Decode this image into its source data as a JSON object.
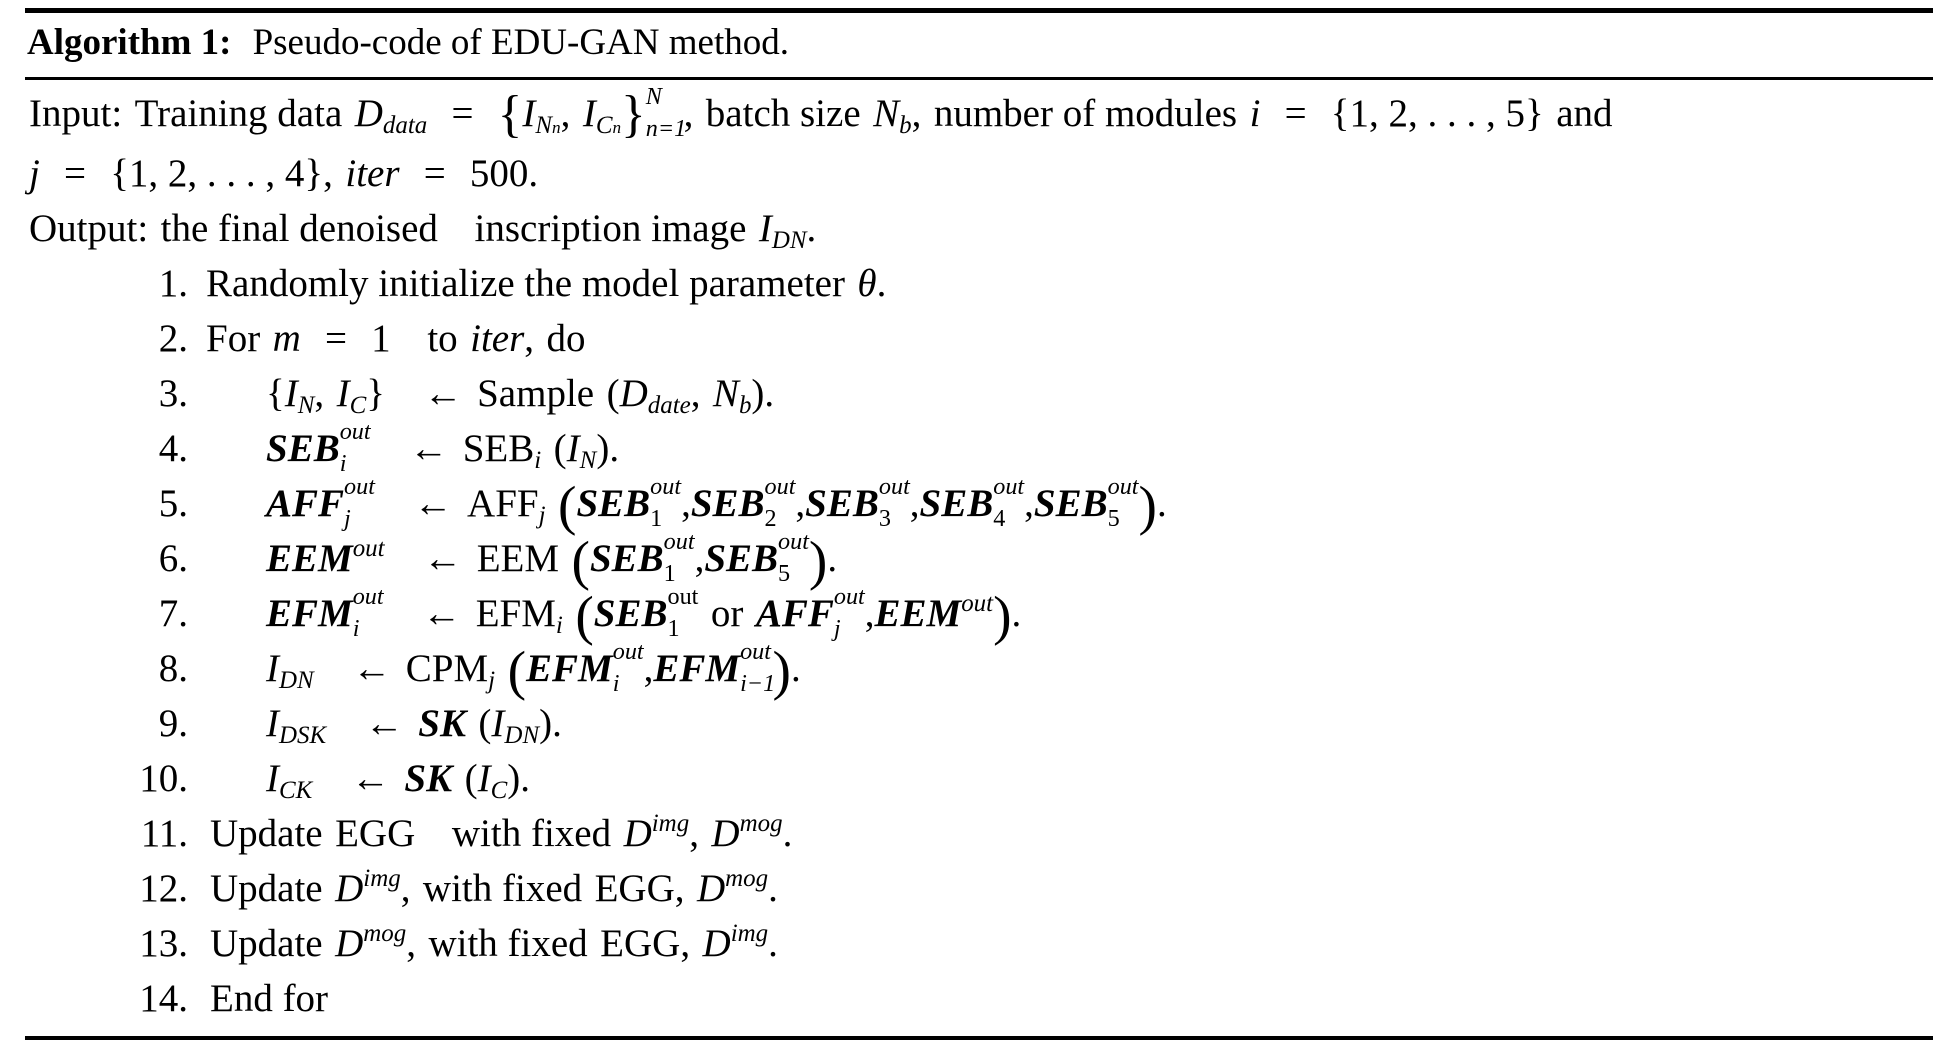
{
  "algorithm": {
    "label": "Algorithm 1:",
    "caption": "Pseudo-code of EDU-GAN method.",
    "input_label": "Input:",
    "output_label": "Output:",
    "input_line_1_text": "Input: Training data D_data = {I_Nn, I_Cn}_{n=1}^{N}, batch size N_b, number of modules i = {1, 2, …, 5} and",
    "input_line_2_text": "j = {1, 2, …, 4}, iter = 500.",
    "output_line_text": "Output: the final denoised  inscription image I_DN.",
    "input_words": {
      "w1": "Input:",
      "w2": "Training data",
      "D": "D",
      "D_sub": "data",
      "eq": "=",
      "brace_open": "{",
      "I1": "I",
      "I1_sub": "N",
      "I1_subsub": "n",
      "comma1": ",",
      "I2": "I",
      "I2_sub": "C",
      "I2_subsub": "n",
      "brace_close": "}",
      "brace_sup": "N",
      "brace_sub": "n=1",
      "comma2": ",",
      "w3": "batch size",
      "N": "N",
      "N_sub": "b",
      "comma3": ",",
      "w4": "number of modules",
      "i": "i",
      "eq2": "=",
      "set_i": "{1, 2, . . . , 5}",
      "w5": "and"
    },
    "input_words2": {
      "j": "j",
      "eq": "=",
      "set_j": "{1, 2, . . . , 4}",
      "comma": ",",
      "iter": "iter",
      "eq2": "=",
      "val": "500",
      "period": "."
    },
    "output_words": {
      "w1": "Output:",
      "w2": "the final denoised",
      "w3": "inscription image",
      "I": "I",
      "I_sub": "DN",
      "period": "."
    },
    "steps": [
      {
        "num": "1.",
        "indent": 0,
        "text": "Randomly initialize the model parameter θ."
      },
      {
        "num": "2.",
        "indent": 0,
        "text": "For m = 1  to iter, do"
      },
      {
        "num": "3.",
        "indent": 1,
        "text": "{I_N, I_C}  ← Sample  (D_date, N_b)."
      },
      {
        "num": "4.",
        "indent": 1,
        "text": "SEB_i^out  ← SEB_i (I_N)."
      },
      {
        "num": "5.",
        "indent": 1,
        "text": "AFF_j^out  ← AFF_j (SEB_1^out, SEB_2^out, SEB_3^out, SEB_4^out, SEB_5^out)."
      },
      {
        "num": "6.",
        "indent": 1,
        "text": "EEM^out  ← EEM (SEB_1^out, SEB_5^out)."
      },
      {
        "num": "7.",
        "indent": 1,
        "text": "EFM_i^out  ← EFM_i (SEB_1^out or AFF_j^out, EEM^out)."
      },
      {
        "num": "8.",
        "indent": 1,
        "text": "I_DN  ← CPM_j (EFM_i^out, EFM_{i-1}^out)."
      },
      {
        "num": "9.",
        "indent": 1,
        "text": "I_DSK  ← SK (I_DN)."
      },
      {
        "num": "10.",
        "indent": 1,
        "text": "I_CK  ← SK (I_C)."
      },
      {
        "num": "11.",
        "indent": 2,
        "text": "Update EGG  with fixed D^img, D^mog."
      },
      {
        "num": "12.",
        "indent": 2,
        "text": "Update D^img, with fixed EGG, D^mog."
      },
      {
        "num": "13.",
        "indent": 2,
        "text": "Update D^mog, with fixed EGG, D^img."
      },
      {
        "num": "14.",
        "indent": 2,
        "text": "End for"
      }
    ],
    "tokens": {
      "randomly": "Randomly initialize the model parameter",
      "theta": "θ",
      "period": ".",
      "for": "For",
      "m": "m",
      "eq": "=",
      "one": "1",
      "to": "to",
      "iter": "iter",
      "comma": ",",
      "do": "do",
      "sample": "Sample",
      "D": "D",
      "date": "date",
      "N": "N",
      "b": "b",
      "I": "I",
      "N_sub": "N",
      "C_sub": "C",
      "SEB_i": "SEB",
      "SEB": "SEB",
      "AFF": "AFF",
      "EEM": "EEM",
      "EFM": "EFM",
      "CPM": "CPM",
      "SK": "SK",
      "out": "out",
      "i": "i",
      "j": "j",
      "or": "or",
      "DN": "DN",
      "DSK": "DSK",
      "CK": "CK",
      "im1": "i−1",
      "update": "Update",
      "EGG": "EGG",
      "withfixed": "with fixed",
      "Dsym": "D",
      "img": "img",
      "mog": "mog",
      "endfor": "End for",
      "arrow": "←",
      "lparen": "(",
      "rparen": ")",
      "lbrace": "{",
      "rbrace": "}"
    }
  }
}
